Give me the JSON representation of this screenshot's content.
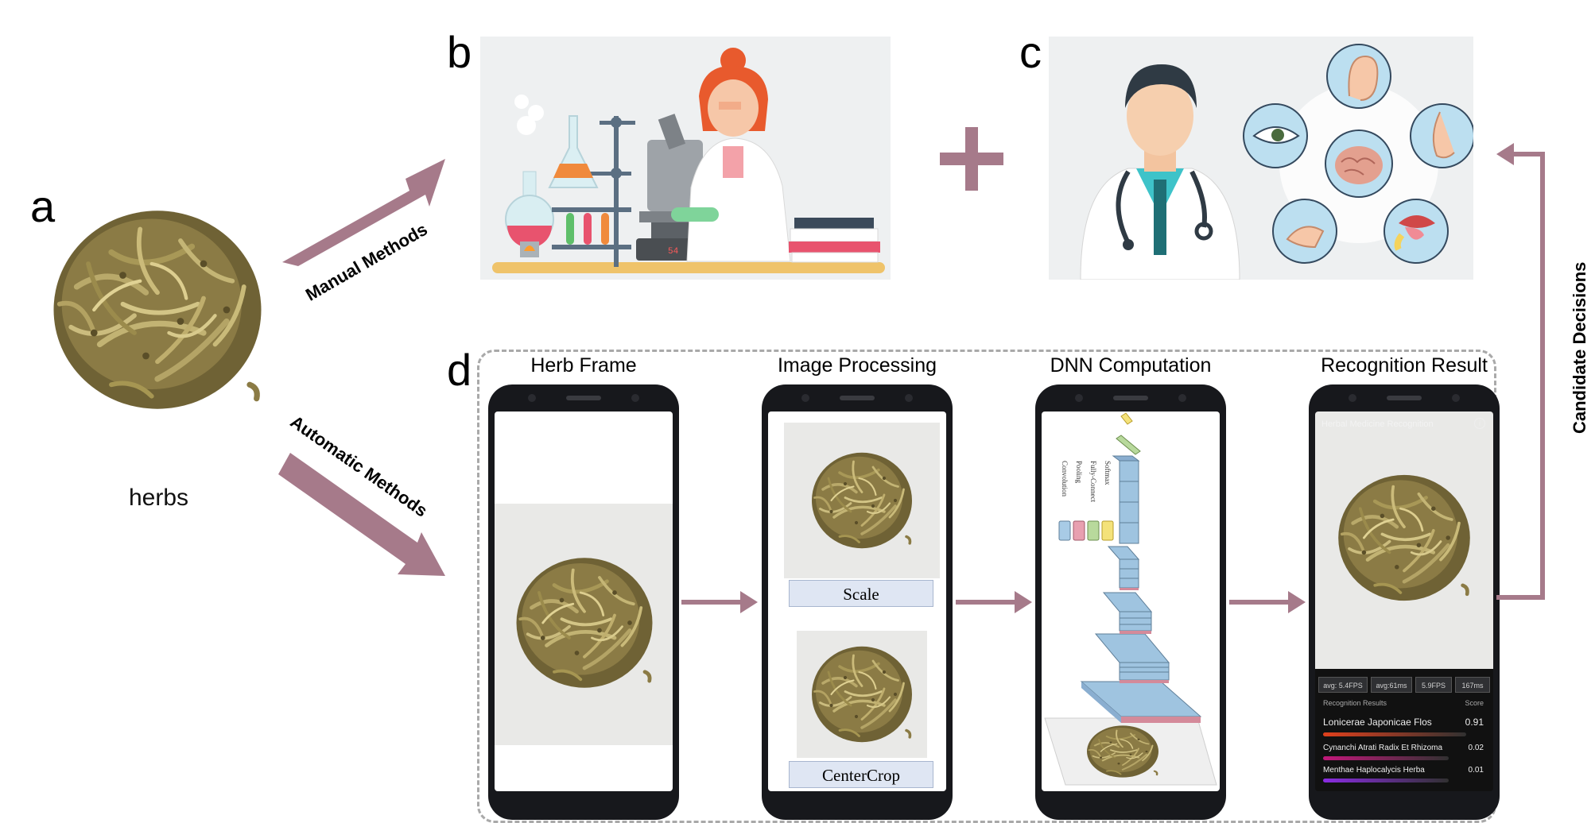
{
  "panels": {
    "a": "a",
    "b": "b",
    "c": "c",
    "d": "d"
  },
  "herbs_label": "herbs",
  "arrows": {
    "manual": "Manual Methods",
    "automatic": "Automatic Methods",
    "feedback": "Candidate Decisions"
  },
  "stages": {
    "frame": "Herb Frame",
    "processing": "Image Processing",
    "dnn": "DNN Computation",
    "result": "Recognition Result"
  },
  "processing_steps": {
    "scale": "Scale",
    "crop": "CenterCrop"
  },
  "dnn_layers": [
    "Convolution",
    "Pooling",
    "Fully-Connect",
    "Softmax"
  ],
  "app": {
    "title": "Herbal Medicine Recognition",
    "stats": [
      "avg: 5.4FPS",
      "avg:61ms",
      "5.9FPS",
      "167ms"
    ],
    "results_header": "Recognition Results",
    "score_header": "Score",
    "results": [
      {
        "name": "Lonicerae Japonicae Flos",
        "score": "0.91",
        "level": 0.91,
        "color": "#e0401c"
      },
      {
        "name": "Cynanchi Atrati Radix Et Rhizoma",
        "score": "0.02",
        "level": 0.02,
        "color": "#c2187a"
      },
      {
        "name": "Menthae Haplocalycis Herba",
        "score": "0.01",
        "level": 0.01,
        "color": "#8a2be2"
      }
    ]
  },
  "colors": {
    "arrow": "#a67a8a",
    "layer_conv": "#a8cbe6",
    "layer_pool": "#e8a0b0",
    "layer_fc": "#b8d99c",
    "layer_softmax": "#f4e27a"
  }
}
